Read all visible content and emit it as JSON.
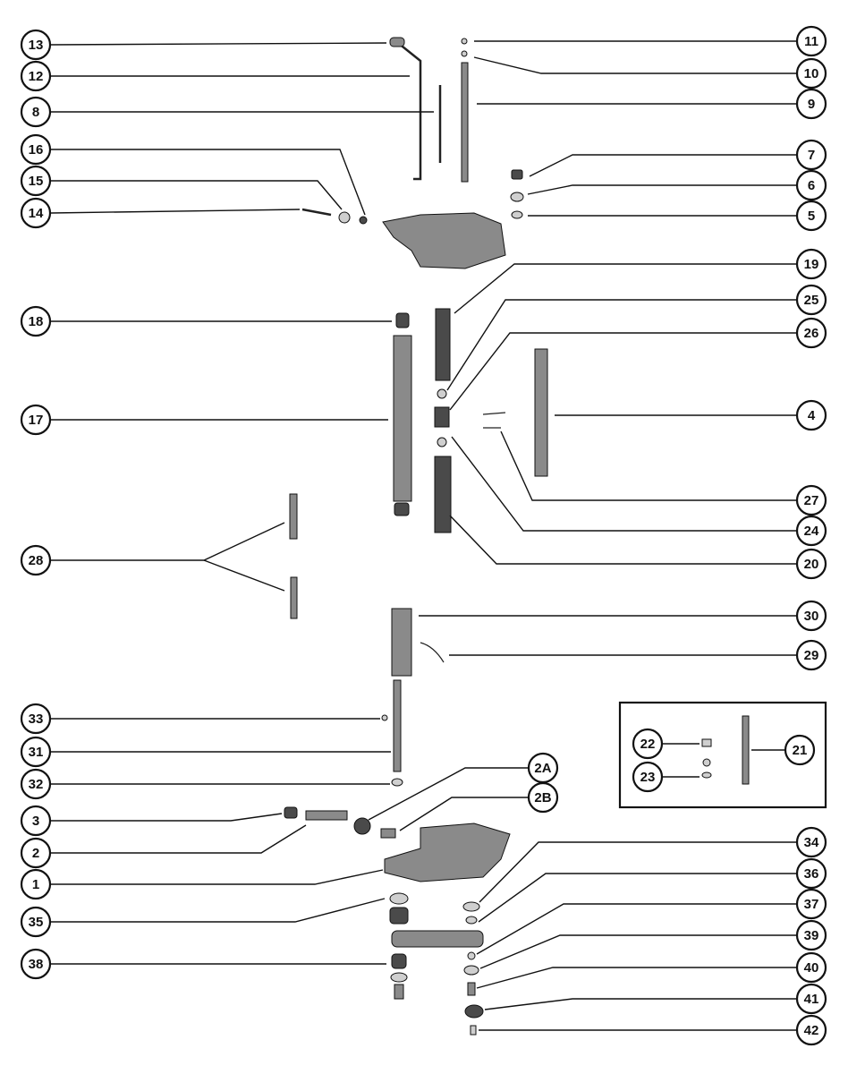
{
  "callouts": [
    "13",
    "12",
    "8",
    "16",
    "15",
    "14",
    "11",
    "10",
    "9",
    "7",
    "6",
    "5",
    "19",
    "25",
    "26",
    "18",
    "17",
    "4",
    "27",
    "24",
    "20",
    "28",
    "30",
    "29",
    "33",
    "31",
    "32",
    "2A",
    "2B",
    "3",
    "2",
    "1",
    "22",
    "23",
    "21",
    "34",
    "36",
    "37",
    "39",
    "40",
    "41",
    "42",
    "35",
    "38"
  ],
  "colors": {
    "ink": "#111111",
    "paper": "#ffffff",
    "part_shade": "#8a8a8a"
  }
}
